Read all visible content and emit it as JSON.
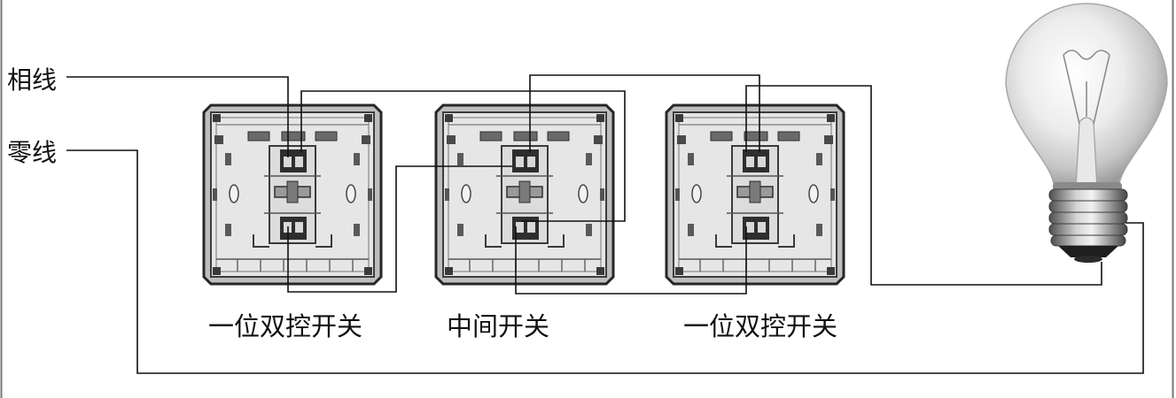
{
  "labels": {
    "phase_line": "相线",
    "neutral_line": "零线"
  },
  "switches": [
    {
      "label": "一位双控开关",
      "icon": "switch-back-plate-icon"
    },
    {
      "label": "中间开关",
      "icon": "switch-back-plate-icon"
    },
    {
      "label": "一位双控开关",
      "icon": "switch-back-plate-icon"
    }
  ],
  "lamp": {
    "icon": "light-bulb-icon"
  },
  "colors": {
    "background": "#ffffff",
    "wire": "#111111",
    "text": "#111111",
    "plate": "#bebebe",
    "frame": "#777777"
  }
}
